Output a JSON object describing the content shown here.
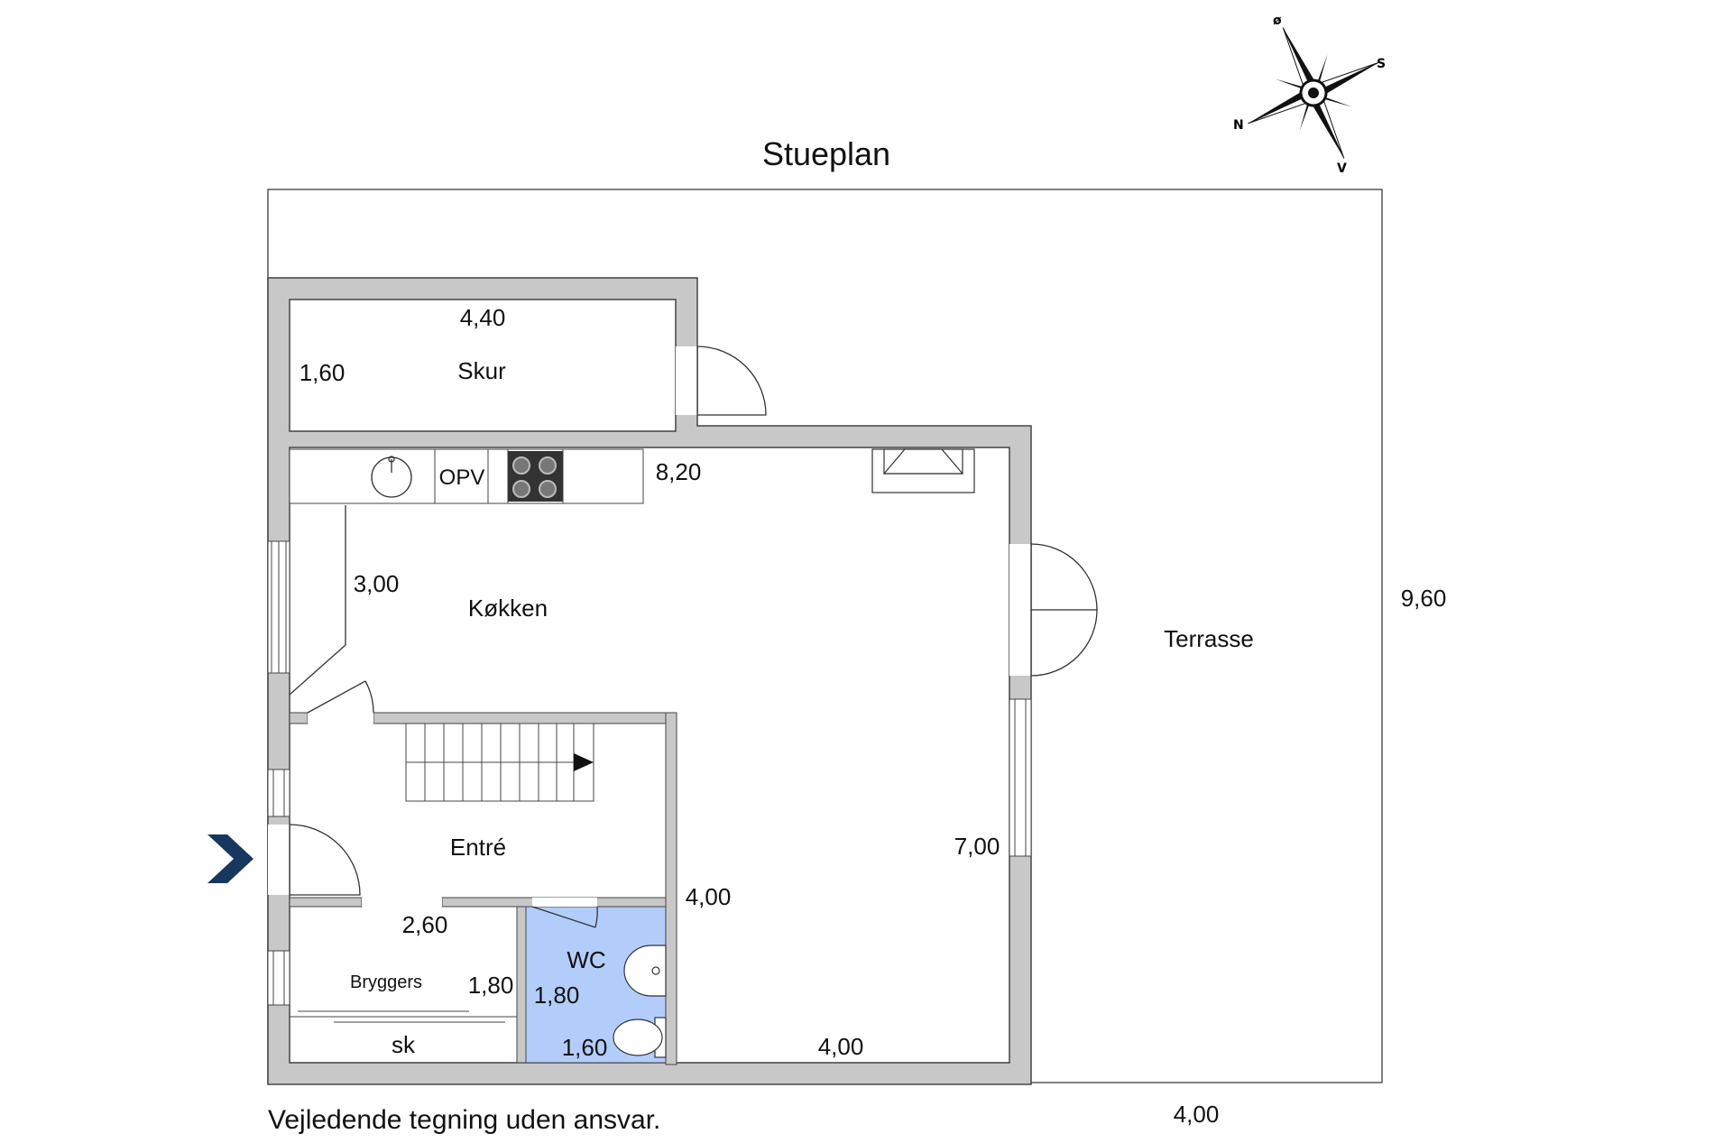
{
  "title": "Stueplan",
  "disclaimer": "Vejledende tegning uden ansvar.",
  "compass": {
    "n": "N",
    "s": "S",
    "o": "ø",
    "v": "V"
  },
  "rooms": {
    "skur": "Skur",
    "kokken": "Køkken",
    "entre": "Entré",
    "bryggers": "Bryggers",
    "wc": "WC",
    "terrasse": "Terrasse",
    "opv": "OPV",
    "sk": "sk"
  },
  "dimensions": {
    "skur_width": "4,40",
    "skur_depth": "1,60",
    "kitchen_width": "8,20",
    "kitchen_depth": "3,00",
    "living_depth": "7,00",
    "hall_width": "2,60",
    "bryggers_depth": "1,80",
    "wc_depth": "1,80",
    "wc_width": "1,60",
    "stair_wall": "4,00",
    "living_width": "4,00",
    "terrace_width": "4,00",
    "terrace_depth": "9,60"
  },
  "colors": {
    "wall": "#c8c8c8",
    "wc_fill": "#b3cdfb",
    "entry_arrow": "#17375e"
  },
  "icons": [
    "compass-rose-icon",
    "entry-arrow-icon",
    "sink-icon",
    "stove-icon",
    "toilet-icon",
    "basin-icon",
    "fireplace-icon",
    "stair-arrow-icon"
  ]
}
